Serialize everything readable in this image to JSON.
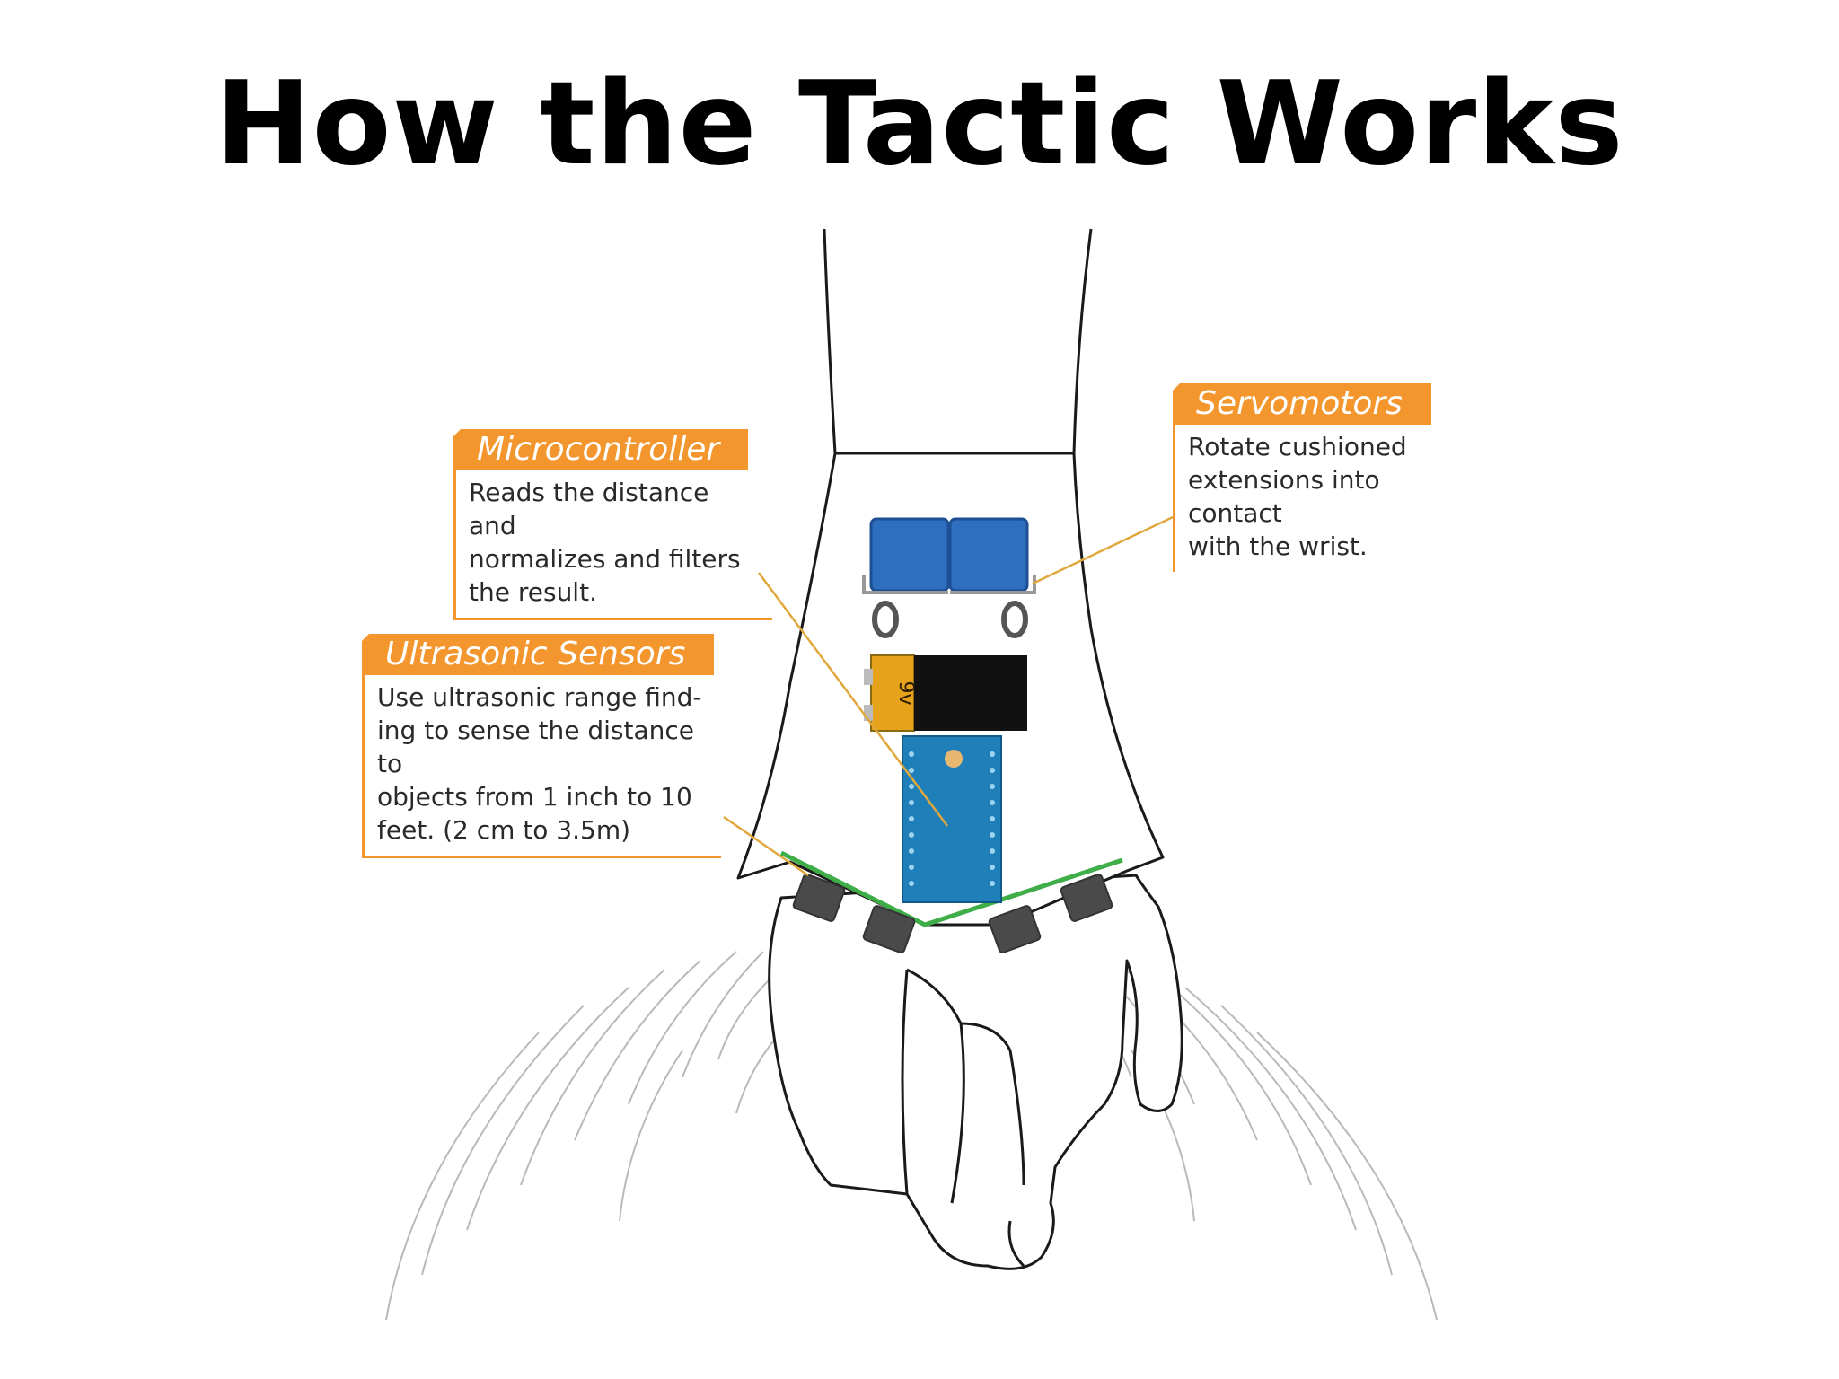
{
  "title": "How the Tactic Works",
  "callouts": {
    "microcontroller": {
      "label": "Microcontroller",
      "description": "Reads the distance and\nnormalizes and filters\nthe result."
    },
    "ultrasonic_sensors": {
      "label": "Ultrasonic Sensors",
      "description": "Use ultrasonic range find-\ning to sense the distance to\nobjects from 1 inch to 10\nfeet.   (2 cm to 3.5m)"
    },
    "servomotors": {
      "label": "Servomotors",
      "description": "Rotate cushioned\nextensions into contact\nwith the wrist."
    }
  },
  "battery_label": "9v",
  "colors": {
    "accent_orange": "#f3962d",
    "servo_blue": "#2f6fbf",
    "board_blue": "#1f7fb8",
    "battery_gold": "#e6a21a",
    "sensor_wire_green": "#3fae49"
  }
}
